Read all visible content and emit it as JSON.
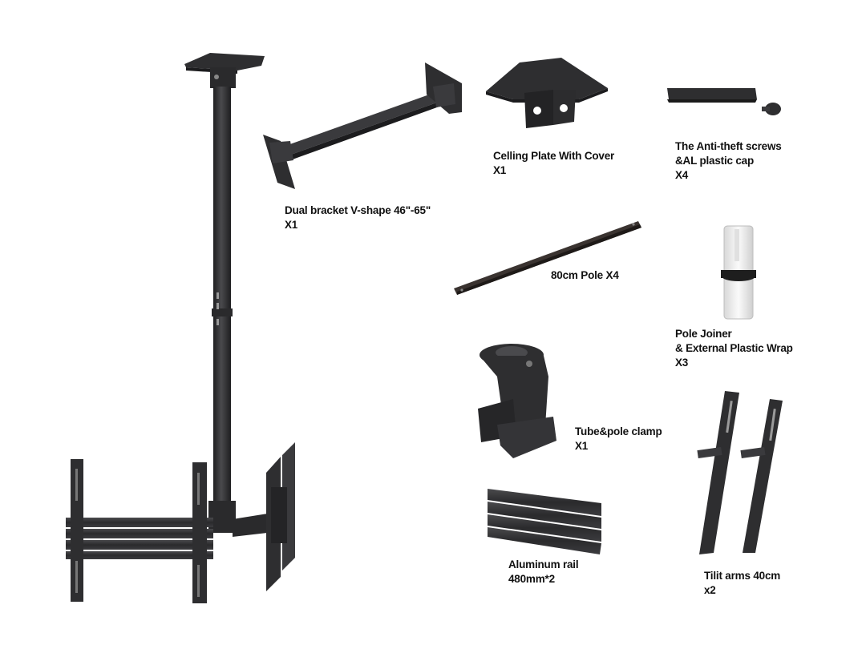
{
  "colors": {
    "background": "#ffffff",
    "metal": "#2e2e30",
    "metal_dark": "#1c1c1e",
    "metal_light": "#4a4a4d",
    "pole_brown": "#3a3330",
    "plastic_white": "#f2f2f2",
    "text": "#111111"
  },
  "parts": {
    "dual_bracket": {
      "line1": "Dual bracket V-shape 46\"-65\"",
      "line2": "X1"
    },
    "ceiling_plate": {
      "line1": "Celling Plate With Cover",
      "line2": "X1"
    },
    "screws": {
      "line1": "The Anti-theft screws",
      "line2": "&AL plastic cap",
      "line3": "X4"
    },
    "pole": {
      "line1": "80cm Pole X4"
    },
    "pole_joiner": {
      "line1": "Pole Joiner",
      "line2": "& External Plastic Wrap",
      "line3": "X3"
    },
    "clamp": {
      "line1": "Tube&pole clamp",
      "line2": "X1"
    },
    "rail": {
      "line1": "Aluminum rail",
      "line2": "480mm*2"
    },
    "tilt_arms": {
      "line1": "Tilit arms 40cm",
      "line2": "x2"
    }
  },
  "icons": {
    "assembled": "assembled-ceiling-mount-icon",
    "bracket": "dual-bracket-icon",
    "plate": "ceiling-plate-icon",
    "screws": "anti-theft-screw-icon",
    "pole": "pole-icon",
    "joiner": "pole-joiner-icon",
    "clamp": "tube-clamp-icon",
    "rail": "aluminum-rail-icon",
    "arms": "tilt-arms-icon"
  }
}
